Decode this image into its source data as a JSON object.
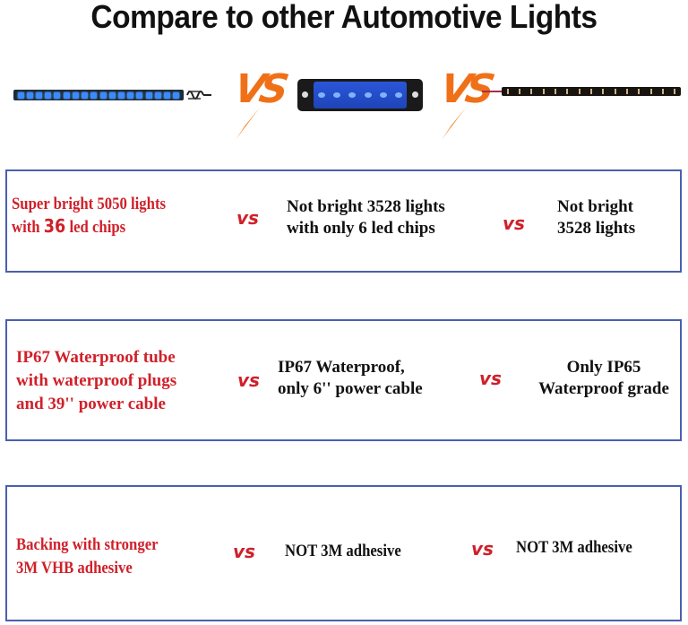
{
  "title": "Compare to other Automotive Lights",
  "products": {
    "vs_glyph": "VS",
    "items": [
      {
        "name": "blue-led-strip-with-coiled-cable"
      },
      {
        "name": "blue-marker-light-6-led"
      },
      {
        "name": "black-flexible-led-strip"
      }
    ]
  },
  "vs_label": "vs",
  "rows": [
    {
      "ours": {
        "line1": "Super bright 5050 lights",
        "line2_pre": "with ",
        "line2_num": "36",
        "line2_post": " led chips"
      },
      "other1": {
        "line1": "Not bright 3528 lights",
        "line2": "with only 6 led chips"
      },
      "other2": {
        "line1": "Not bright",
        "line2": "3528 lights"
      }
    },
    {
      "ours": {
        "line1": "IP67 Waterproof tube",
        "line2": "with waterproof plugs",
        "line3": "and 39'' power cable"
      },
      "other1": {
        "line1": "IP67 Waterproof,",
        "line2": "only 6'' power cable"
      },
      "other2": {
        "line1": "Only IP65",
        "line2": "Waterproof grade"
      }
    },
    {
      "ours": {
        "line1": "Backing with stronger",
        "line2": "3M VHB adhesive"
      },
      "other1": {
        "line1": "NOT 3M adhesive"
      },
      "other2": {
        "line1": "NOT 3M adhesive"
      }
    }
  ],
  "colors": {
    "accent_red": "#d0202a",
    "border_blue": "#4a5fb0",
    "vs_orange": "#f07018"
  }
}
